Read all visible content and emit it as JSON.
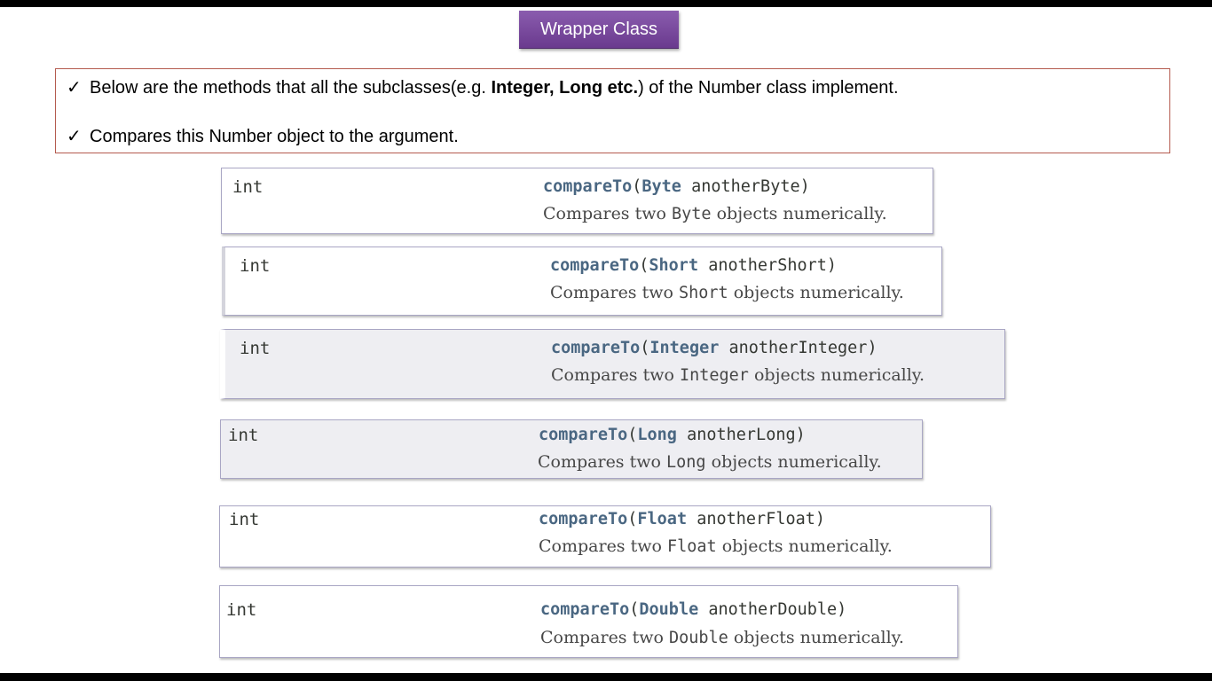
{
  "slide_title": "Wrapper Class",
  "intro": {
    "line1_prefix": "Below are the methods that all the subclasses(e.g. ",
    "line1_bold": "Integer, Long etc.",
    "line1_suffix": ") of the Number class implement.",
    "line2": "Compares this Number object to the argument.",
    "check_glyph": "✓"
  },
  "methods": [
    {
      "return_type": "int",
      "name": "compareTo",
      "param_type": "Byte",
      "param_name": "anotherByte",
      "desc_prefix": "Compares two ",
      "desc_type": "Byte",
      "desc_suffix": " objects numerically."
    },
    {
      "return_type": "int",
      "name": "compareTo",
      "param_type": "Short",
      "param_name": "anotherShort",
      "desc_prefix": "Compares two ",
      "desc_type": "Short",
      "desc_suffix": " objects numerically."
    },
    {
      "return_type": "int",
      "name": "compareTo",
      "param_type": "Integer",
      "param_name": "anotherInteger",
      "desc_prefix": "Compares two ",
      "desc_type": "Integer",
      "desc_suffix": " objects numerically."
    },
    {
      "return_type": "int",
      "name": "compareTo",
      "param_type": "Long",
      "param_name": "anotherLong",
      "desc_prefix": "Compares two ",
      "desc_type": "Long",
      "desc_suffix": " objects numerically."
    },
    {
      "return_type": "int",
      "name": "compareTo",
      "param_type": "Float",
      "param_name": "anotherFloat",
      "desc_prefix": "Compares two ",
      "desc_type": "Float",
      "desc_suffix": " objects numerically."
    },
    {
      "return_type": "int",
      "name": "compareTo",
      "param_type": "Double",
      "param_name": "anotherDouble",
      "desc_prefix": "Compares two ",
      "desc_type": "Double",
      "desc_suffix": " objects numerically."
    }
  ]
}
